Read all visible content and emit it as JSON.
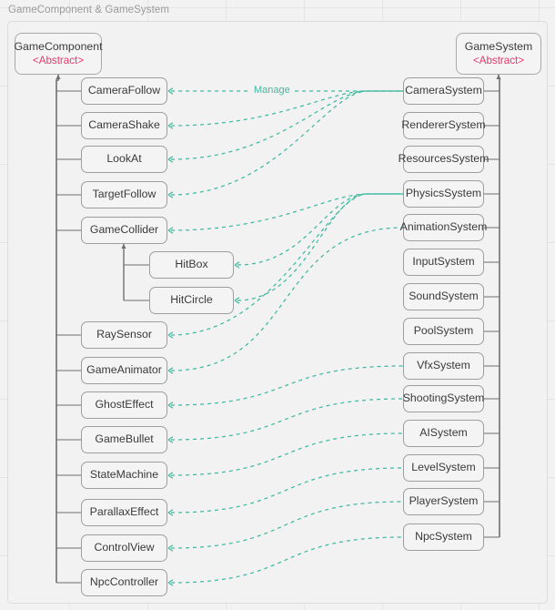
{
  "page_title": "GameComponent & GameSystem",
  "colors": {
    "canvas_bg": "#f2f2f2",
    "node_bg": "#f4f4f4",
    "node_border": "#9e9e9e",
    "abstract_text": "#e8376f",
    "relation_dashed": "#3fb9a0",
    "inherit_line": "#6f6f6f",
    "grid_line": "#e6e6e6",
    "title_text": "#9a9a9a"
  },
  "diagram": {
    "relation_label": "Manage",
    "roots": {
      "component": {
        "name": "GameComponent",
        "stereotype": "<Abstract>"
      },
      "system": {
        "name": "GameSystem",
        "stereotype": "<Abstract>"
      }
    },
    "components": [
      {
        "label": "CameraFollow"
      },
      {
        "label": "CameraShake"
      },
      {
        "label": "LookAt"
      },
      {
        "label": "TargetFollow"
      },
      {
        "label": "GameCollider"
      },
      {
        "label": "HitBox"
      },
      {
        "label": "HitCircle"
      },
      {
        "label": "RaySensor"
      },
      {
        "label": "GameAnimator"
      },
      {
        "label": "GhostEffect"
      },
      {
        "label": "GameBullet"
      },
      {
        "label": "StateMachine"
      },
      {
        "label": "ParallaxEffect"
      },
      {
        "label": "ControlView"
      },
      {
        "label": "NpcController"
      }
    ],
    "systems": [
      {
        "label": "CameraSystem"
      },
      {
        "label": "RendererSystem"
      },
      {
        "label": "ResourcesSystem"
      },
      {
        "label": "PhysicsSystem"
      },
      {
        "label": "AnimationSystem"
      },
      {
        "label": "InputSystem"
      },
      {
        "label": "SoundSystem"
      },
      {
        "label": "PoolSystem"
      },
      {
        "label": "VfxSystem"
      },
      {
        "label": "ShootingSystem"
      },
      {
        "label": "AISystem"
      },
      {
        "label": "LevelSystem"
      },
      {
        "label": "PlayerSystem"
      },
      {
        "label": "NpcSystem"
      }
    ]
  }
}
